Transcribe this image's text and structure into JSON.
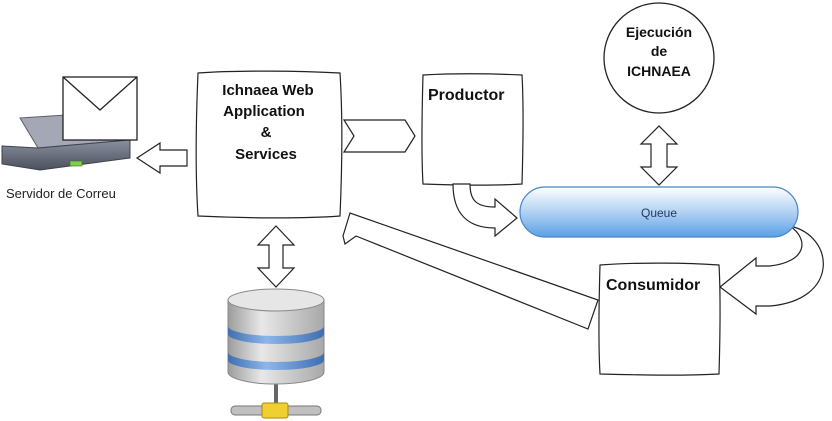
{
  "nodes": {
    "web_app": {
      "lines": [
        "Ichnaea Web",
        "Application",
        "&",
        "Services"
      ]
    },
    "productor": {
      "label": "Productor"
    },
    "consumidor": {
      "label": "Consumidor"
    },
    "ejecucion": {
      "lines": [
        "Ejecución",
        "de",
        "ICHNAEA"
      ]
    },
    "queue": {
      "label": "Queue"
    },
    "mail_server": {
      "label": "Servidor de Correu",
      "icon": "mail-server-icon"
    },
    "database": {
      "icon": "database-icon"
    }
  },
  "colors": {
    "queue_top": "#ffffff",
    "queue_bottom": "#5aa0e6",
    "queue_stroke": "#4a86c8",
    "server_body": "#6b7180",
    "server_top": "#a3a8b4",
    "server_led": "#7cd04a",
    "db_body": "#c8c8c8",
    "db_band": "#5b8fd0",
    "db_connector": "#f0d030"
  }
}
